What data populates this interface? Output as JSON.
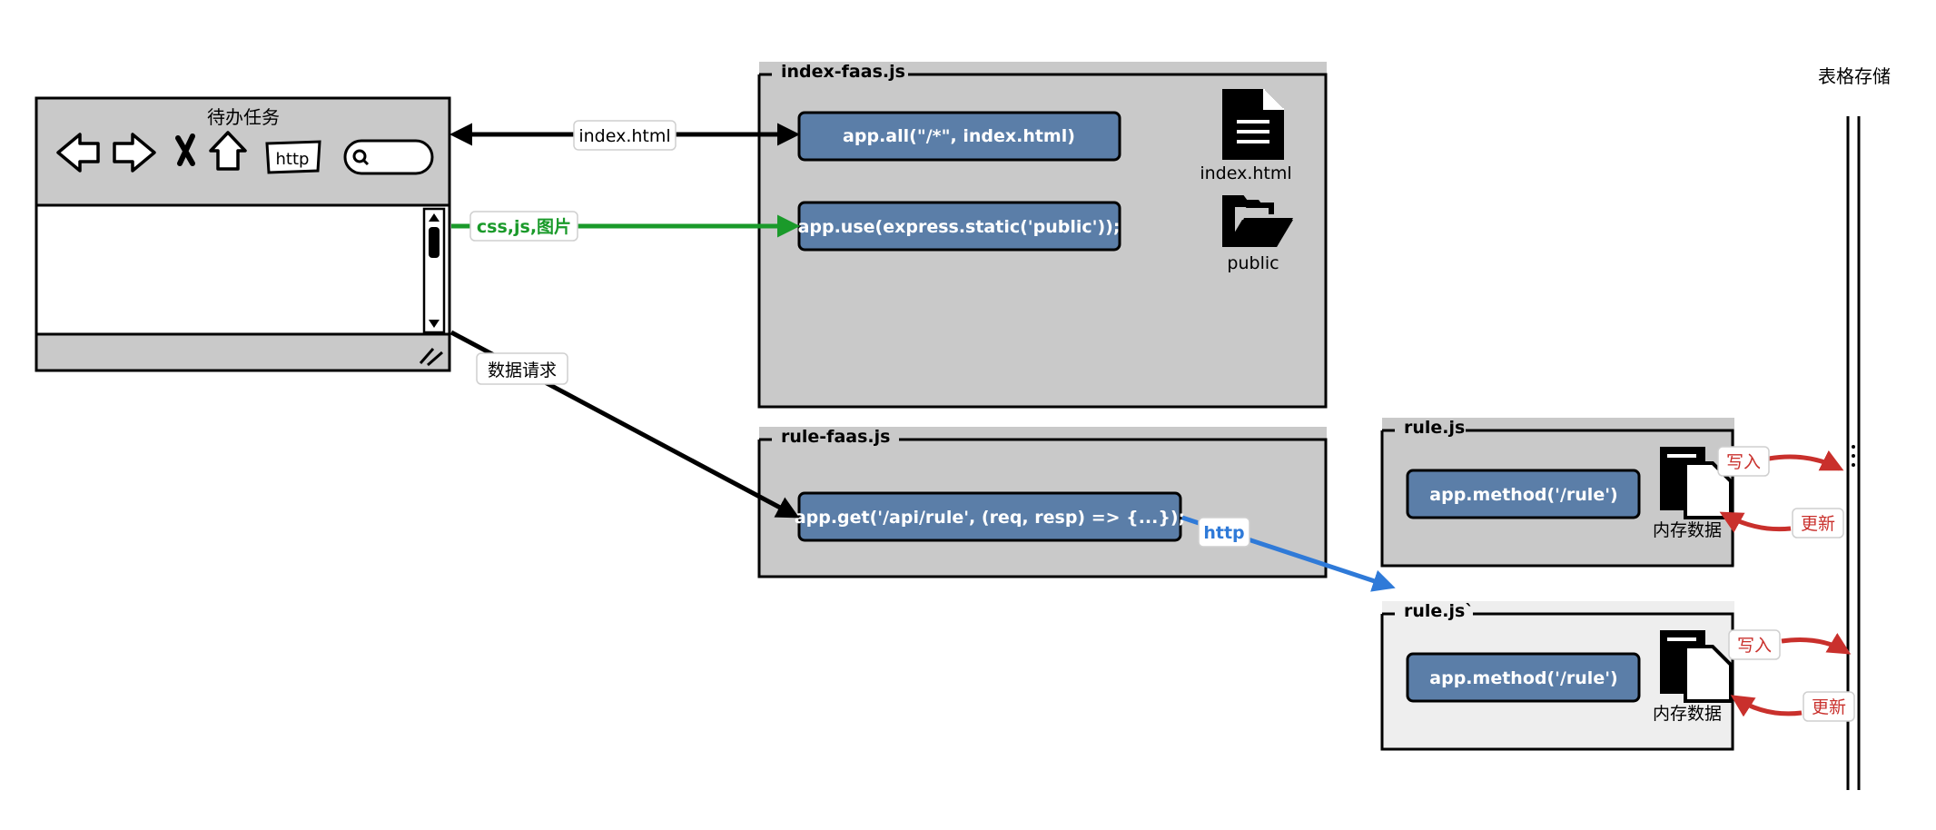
{
  "browser": {
    "title": "待办任务",
    "http_label": "http"
  },
  "edges": {
    "index_html": "index.html",
    "static_assets": "css,js,图片",
    "data_request": "数据请求",
    "http": "http"
  },
  "index_panel": {
    "title": "index-faas.js",
    "route_all": "app.all(\"/*\", index.html)",
    "route_static": "app.use(express.static('public'));",
    "file_label": "index.html",
    "folder_label": "public"
  },
  "rule_panel": {
    "title": "rule-faas.js",
    "route_get": "app.get('/api/rule', (req, resp) => {...});"
  },
  "rule_instance_1": {
    "title": "rule.js",
    "method": "app.method('/rule')",
    "memory_label": "内存数据",
    "write_label": "写入",
    "update_label": "更新"
  },
  "rule_instance_2": {
    "title": "rule.js`",
    "method": "app.method('/rule')",
    "memory_label": "内存数据",
    "write_label": "写入",
    "update_label": "更新"
  },
  "storage": {
    "title": "表格存储"
  },
  "colors": {
    "panel_gray": "#c9c9c9",
    "pill_blue": "#5b7ea8",
    "green": "#1a9a2a",
    "blue": "#2f7ad8",
    "red": "#c9302c"
  }
}
